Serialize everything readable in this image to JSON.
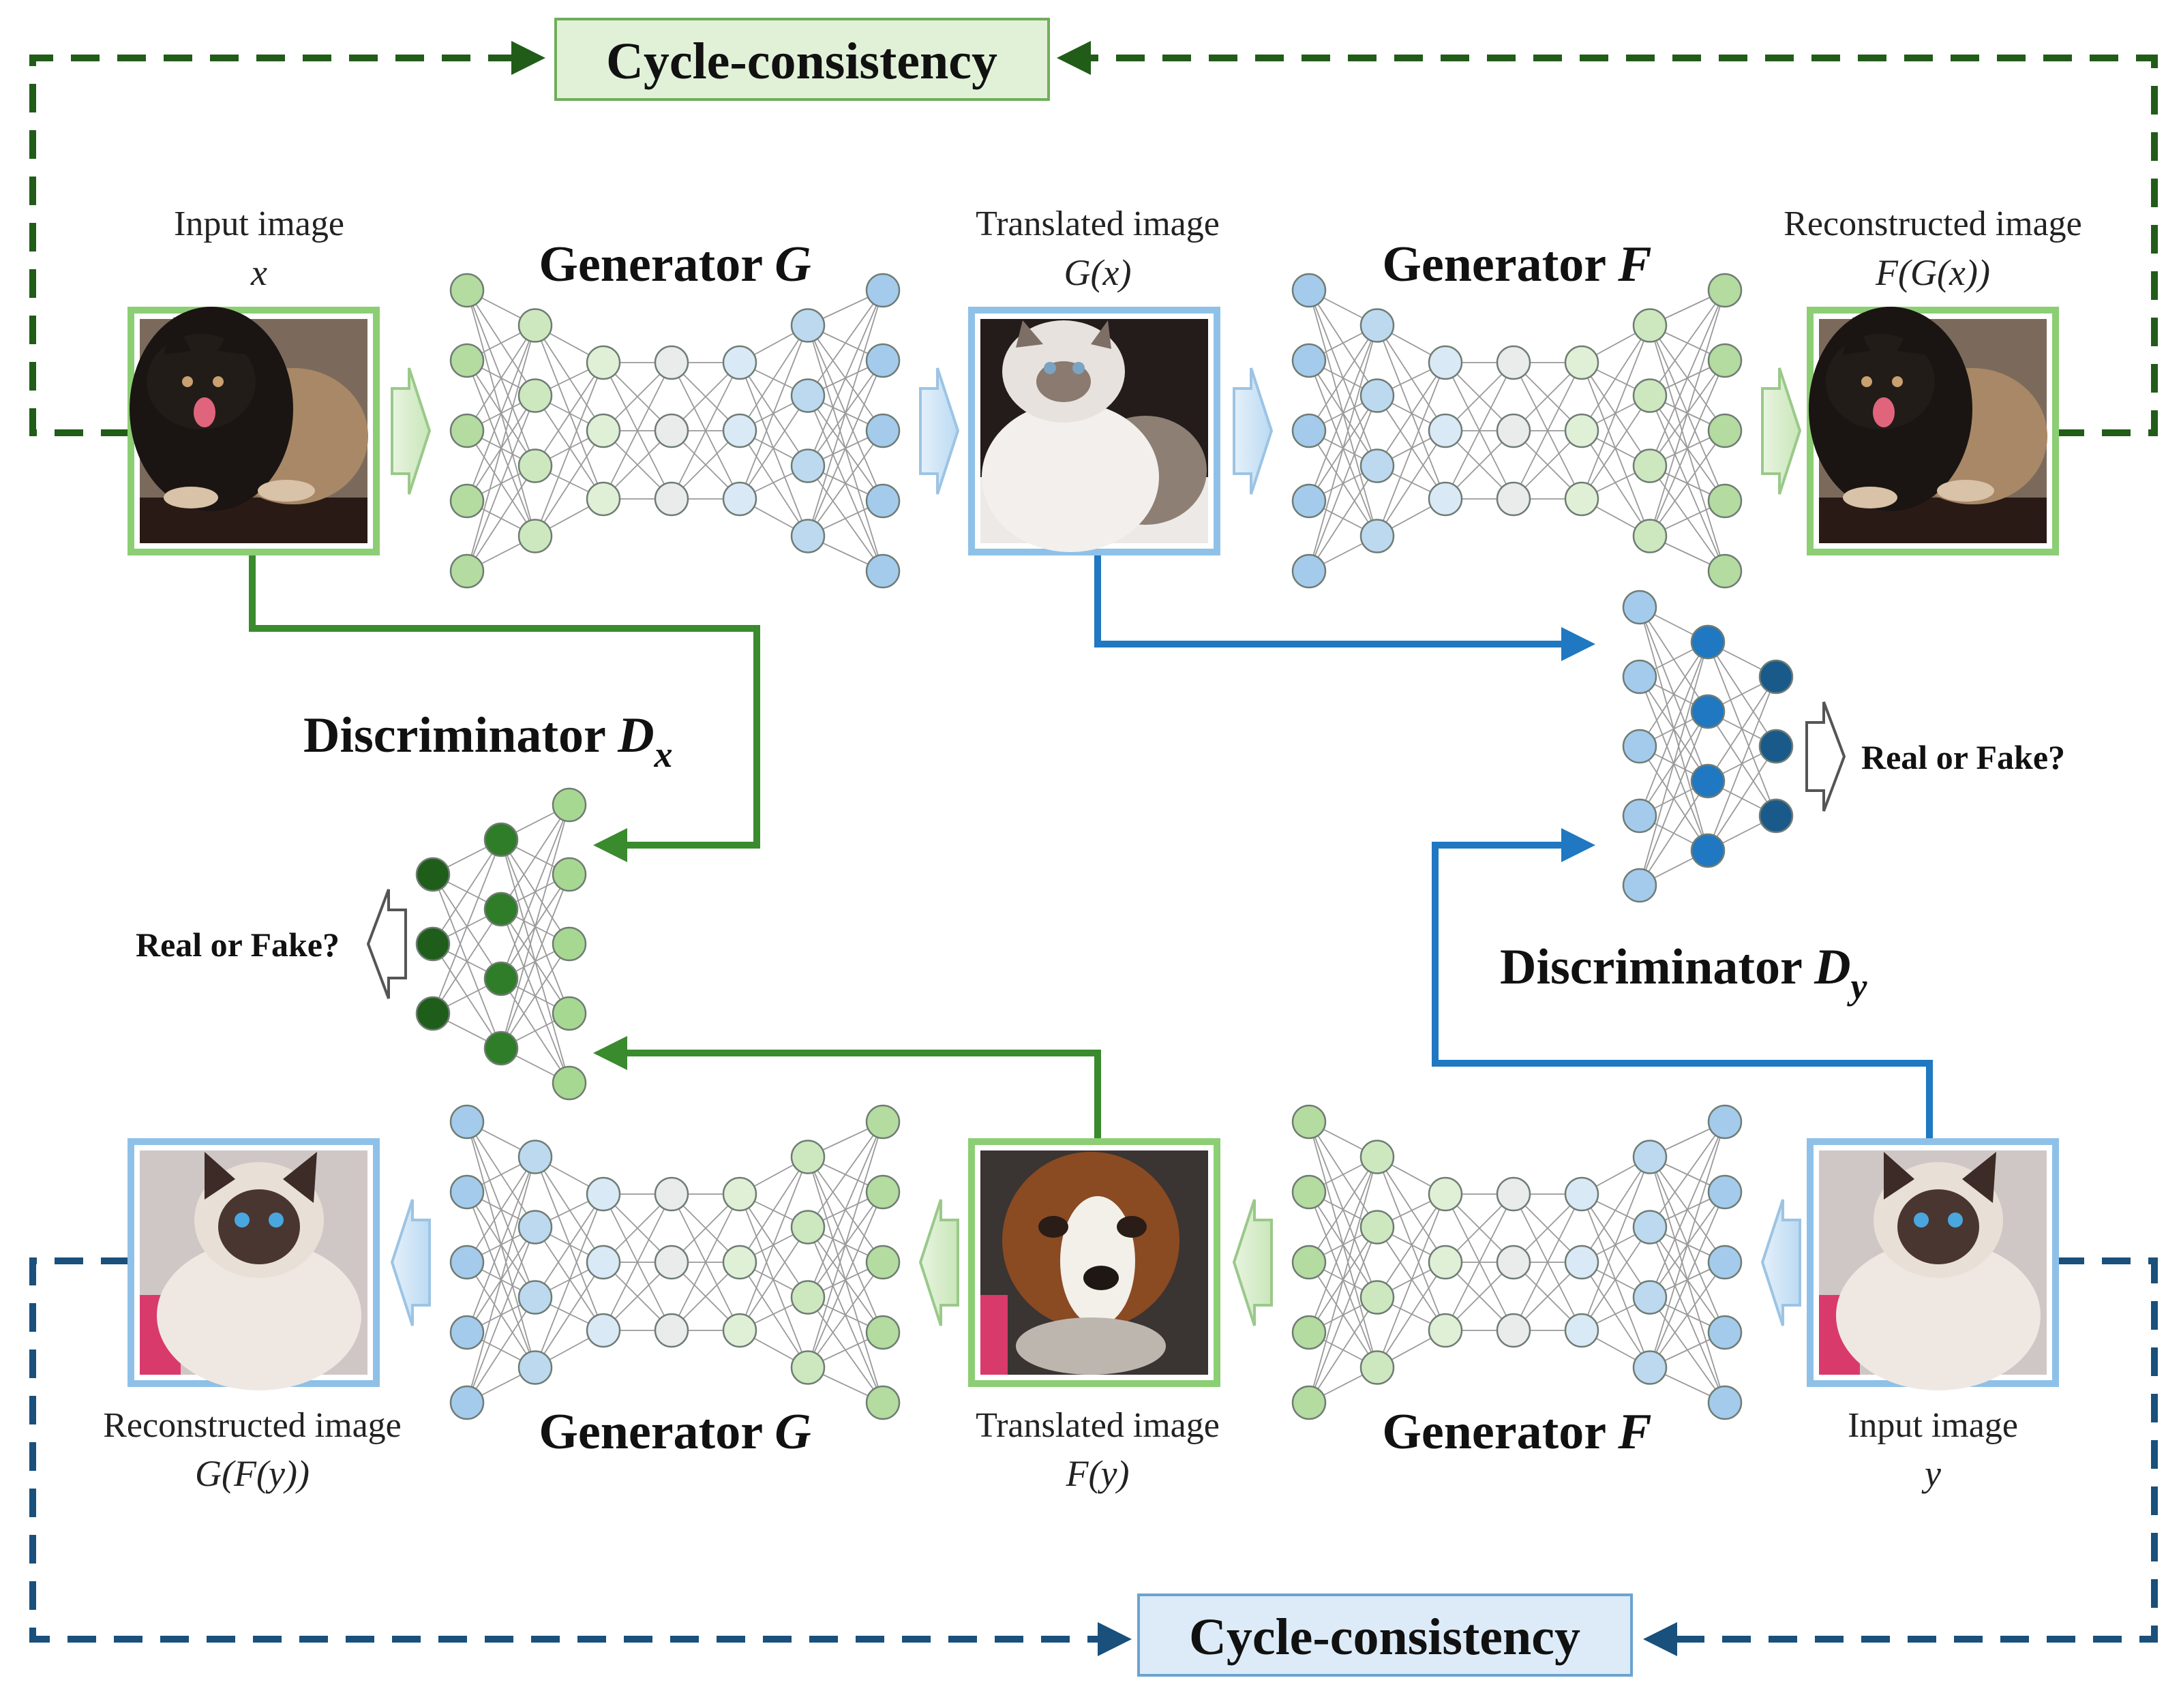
{
  "top_row": {
    "input": {
      "label": "Input image",
      "var": "x"
    },
    "generator": {
      "label": "Generator ",
      "sym": "G"
    },
    "translated": {
      "label": "Translated image",
      "var": "G(x)"
    },
    "generator2": {
      "label": "Generator ",
      "sym": "F"
    },
    "reconstructed": {
      "label": "Reconstructed image",
      "var": "F(G(x))"
    }
  },
  "bottom_row": {
    "reconstructed": {
      "label": "Reconstructed image",
      "var": "G(F(y))"
    },
    "generator": {
      "label": "Generator ",
      "sym": "G"
    },
    "translated": {
      "label": "Translated image",
      "var": "F(y)"
    },
    "generator2": {
      "label": "Generator ",
      "sym": "F"
    },
    "input": {
      "label": "Input image",
      "var": "y"
    }
  },
  "disc_x": {
    "label": "Discriminator ",
    "sym": "D",
    "sub": "x",
    "output": "Real or Fake?"
  },
  "disc_y": {
    "label": "Discriminator ",
    "sym": "D",
    "sub": "y",
    "output": "Real or Fake?"
  },
  "cycle_top": "Cycle-consistency",
  "cycle_bottom": "Cycle-consistency",
  "colors": {
    "green_line": "#3a8a2e",
    "dark_green_dash": "#215c19",
    "blue_line": "#1f78c1",
    "dark_blue_dash": "#19507c",
    "green_border": "#8cce74",
    "blue_border": "#8fc1e8"
  },
  "icons": {
    "dog_photo": "dog-photo-icon",
    "cat_photo": "cat-photo-icon"
  }
}
